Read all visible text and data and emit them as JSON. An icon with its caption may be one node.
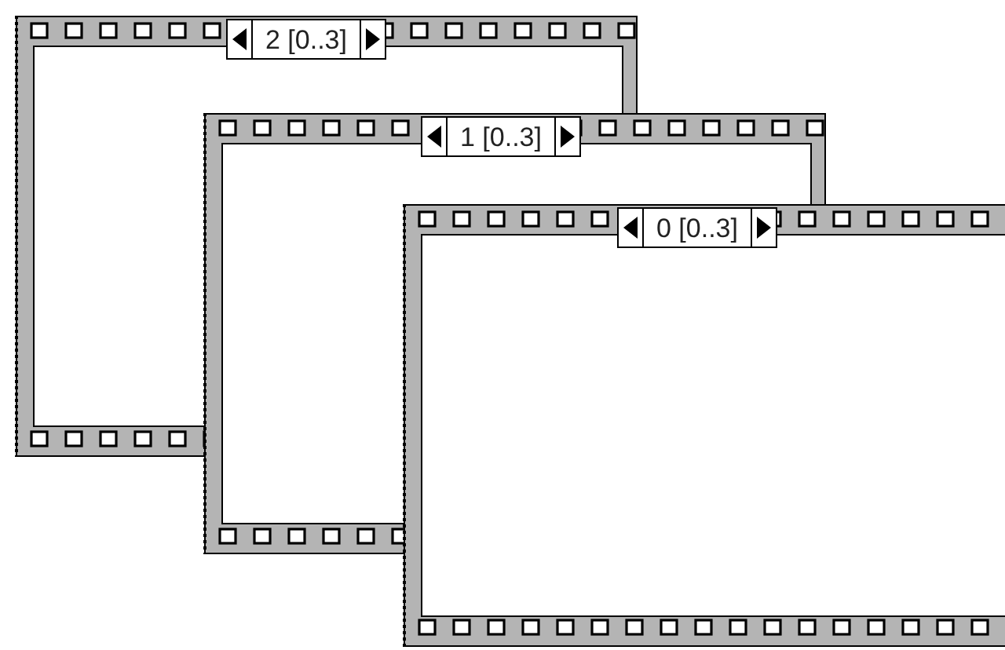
{
  "diagram": {
    "nodes": [
      {
        "text": [
          "2 [0..3]"
        ]
      },
      {
        "text": [
          "1 [0..3]"
        ]
      },
      {
        "text": [
          "0 [0..3]"
        ]
      }
    ]
  }
}
